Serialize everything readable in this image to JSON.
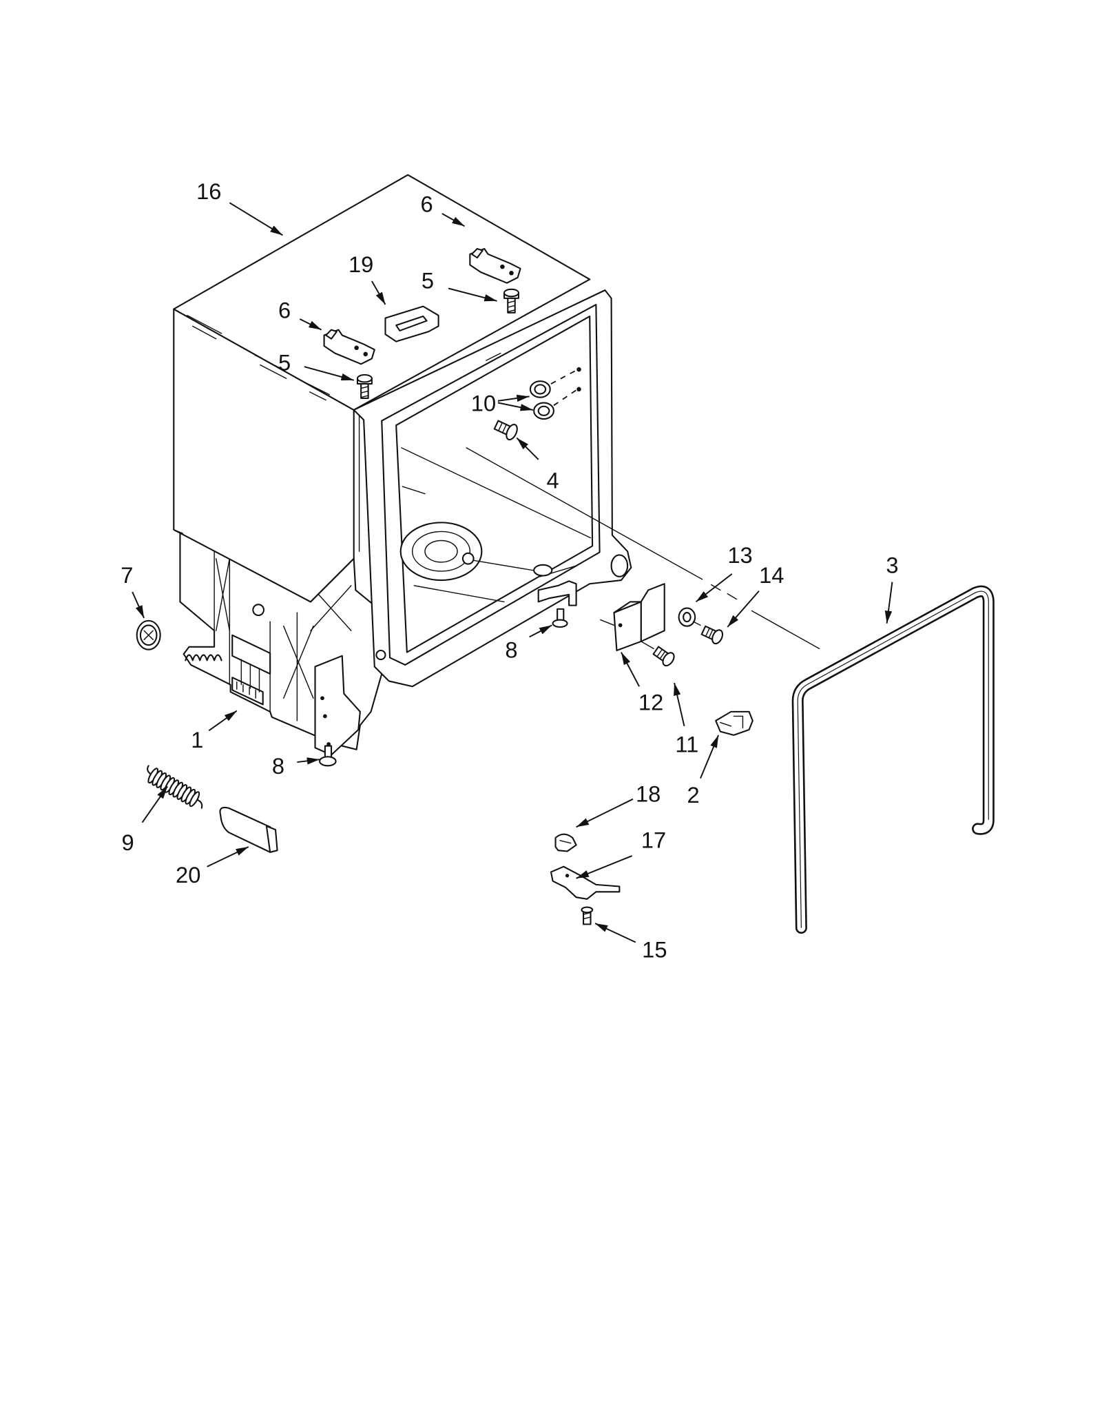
{
  "callouts": [
    "16",
    "6",
    "19",
    "5",
    "6",
    "5",
    "10",
    "4",
    "7",
    "13",
    "14",
    "3",
    "8",
    "12",
    "11",
    "1",
    "8",
    "2",
    "18",
    "9",
    "17",
    "20",
    "15"
  ]
}
